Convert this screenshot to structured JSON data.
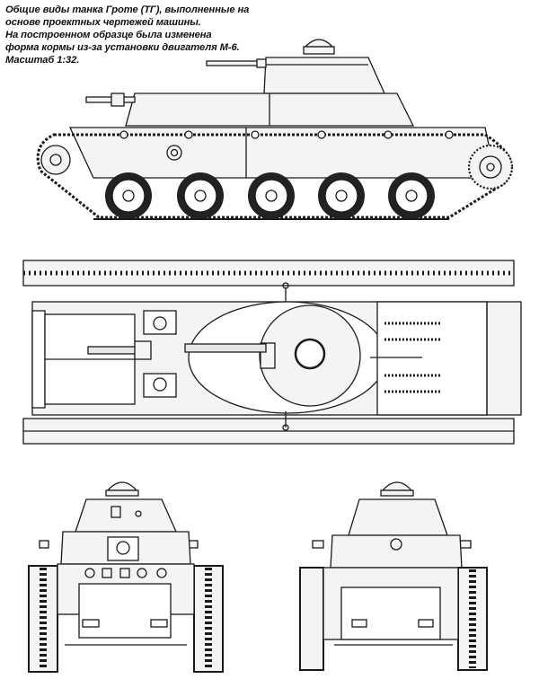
{
  "caption": {
    "lines": [
      "Общие виды танка Гроте (ТГ), выполненные на",
      "основе проектных чертежей машины.",
      "На построенном образце была изменена",
      "форма кормы из-за установки двигателя М-6.",
      "Масштаб 1:32."
    ]
  },
  "colors": {
    "ink": "#1a1a1a",
    "fill": "#f4f4f4",
    "shade": "#dcdcdc"
  }
}
